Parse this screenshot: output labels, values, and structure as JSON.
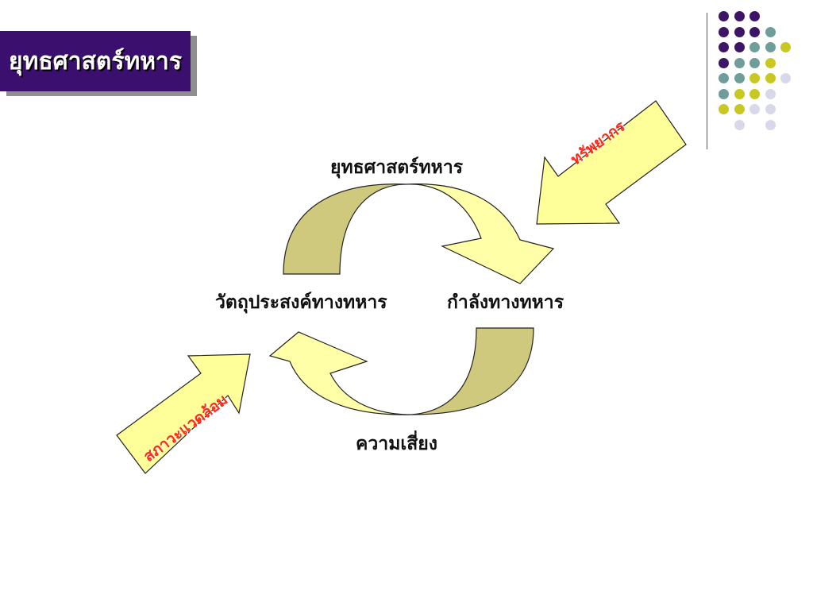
{
  "slide": {
    "title": "ยุทธศาสตร์ทหาร"
  },
  "diagram": {
    "label_top": "ยุทธศาสตร์ทหาร",
    "label_left": "วัตถุประสงค์ทางทหาร",
    "label_right": "กำลังทางทหาร",
    "label_bottom": "ความเสี่ยง",
    "arrow_resources": "ทรัพยากร",
    "arrow_environment": "สภาวะแวดล้อม"
  },
  "colors": {
    "title_bg": "#3a0f6e",
    "arc_dark": "#cfc97e",
    "arc_light": "#ffffa8",
    "arrow_fill": "#ffff99",
    "arrow_text": "#ff2a1a",
    "dot_purple": "#3d1466",
    "dot_teal": "#6f9e9a",
    "dot_olive": "#c9c822",
    "dot_lavender": "#d8d8ea"
  }
}
